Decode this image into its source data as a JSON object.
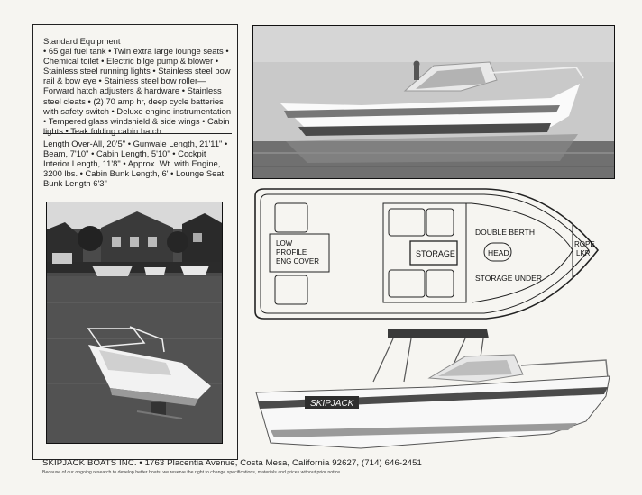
{
  "equipment": {
    "heading": "Standard Equipment",
    "items": "• 65 gal fuel tank • Twin extra large lounge seats • Chemical toilet • Electric bilge pump & blower • Stainless steel running lights • Stainless steel bow rail & bow eye • Stainless steel bow roller—Forward hatch adjusters & hardware • Stainless steel cleats • (2) 70 amp hr, deep cycle batteries with safety switch • Deluxe engine instrumentation • Tempered glass windshield & side wings • Cabin lights • Teak folding cabin hatch"
  },
  "specs": {
    "text": "Length Over-All, 20'5\" • Gunwale Length, 21'11\" • Beam, 7'10\" • Cabin Length, 5'10\" • Cockpit Interior Length, 11'8\" • Approx. Wt. with Engine, 3200 lbs. • Cabin Bunk Length, 6' • Lounge Seat Bunk Length 6'3\""
  },
  "plan": {
    "engine_cover": [
      "LOW",
      "PROFILE",
      "ENG COVER"
    ],
    "storage": "STORAGE",
    "double_berth": "DOUBLE BERTH",
    "head": "HEAD",
    "storage_under": "STORAGE UNDER",
    "rope_locker": [
      "ROPE",
      "LKR"
    ]
  },
  "hull_brand": "SKIPJACK",
  "footer": {
    "company": "SKIPJACK BOATS INC.",
    "address": "• 1763 Placentia Avenue, Costa Mesa, California 92627, (714) 646-2451",
    "disclaimer": "Because of our ongoing research to develop better boats, we reserve the right to change specifications, materials and prices without prior notice."
  }
}
